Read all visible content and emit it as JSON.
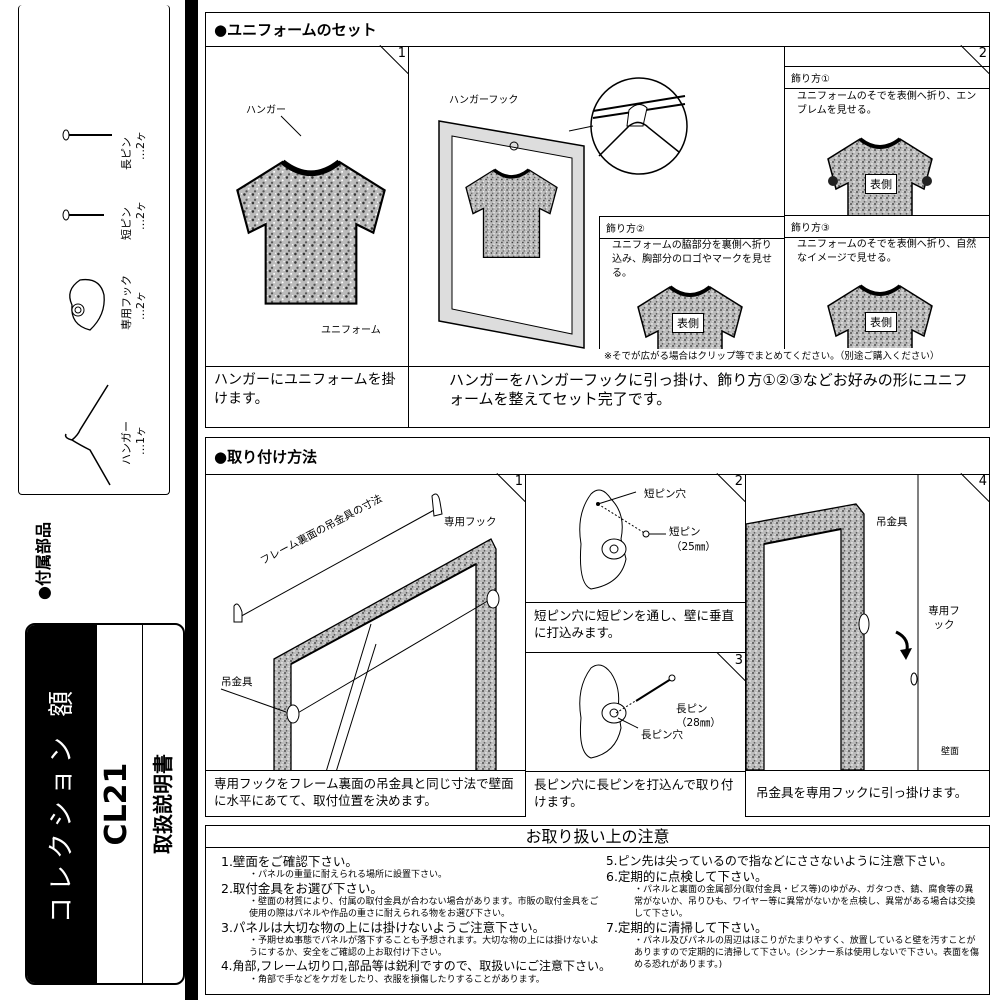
{
  "product": {
    "series_title": "コレクション 額",
    "model": "CL21",
    "doc_title": "取扱説明書"
  },
  "parts": {
    "heading": "●付属部品",
    "items": [
      {
        "name": "ハンガー",
        "qty": "…1ヶ",
        "icon": "hanger-icon"
      },
      {
        "name": "専用フック",
        "qty": "…2ヶ",
        "icon": "hook-icon"
      },
      {
        "name": "短ピン",
        "qty": "…2ヶ",
        "icon": "short-pin-icon"
      },
      {
        "name": "長ピン",
        "qty": "…2ヶ",
        "icon": "long-pin-icon"
      }
    ]
  },
  "uniform_set": {
    "heading": "●ユニフォームのセット",
    "step1": {
      "number": "1",
      "label_hanger": "ハンガー",
      "label_uniform": "ユニフォーム",
      "caption": "ハンガーにユニフォームを掛けます。"
    },
    "step2": {
      "number": "2",
      "label_hook": "ハンガーフック",
      "styles": [
        {
          "title": "飾り方①",
          "text": "ユニフォームのそでを表側へ折り、エンブレムを見せる。",
          "badge": "表側"
        },
        {
          "title": "飾り方②",
          "text": "ユニフォームの脇部分を裏側へ折り込み、胸部分のロゴやマークを見せる。",
          "badge": "表側"
        },
        {
          "title": "飾り方③",
          "text": "ユニフォームのそでを表側へ折り、自然なイメージで見せる。",
          "badge": "表側"
        }
      ],
      "note": "※そでが広がる場合はクリップ等でまとめてください。（別途ご購入ください）",
      "caption": "ハンガーをハンガーフックに引っ掛け、飾り方①②③などお好みの形にユニフォームを整えてセット完了です。"
    }
  },
  "mounting": {
    "heading": "●取り付け方法",
    "step1": {
      "number": "1",
      "label_hook": "専用フック",
      "label_dimension": "フレーム裏面の吊金具の寸法",
      "label_bracket": "吊金具",
      "caption": "専用フックをフレーム裏面の吊金具と同じ寸法で壁面に水平にあてて、取付位置を決めます。"
    },
    "step2": {
      "number": "2",
      "label_hole": "短ピン穴",
      "label_pin": "短ピン",
      "label_size": "（25㎜）",
      "caption": "短ピン穴に短ピンを通し、壁に垂直に打込みます。"
    },
    "step3": {
      "number": "3",
      "label_pin": "長ピン",
      "label_size": "（28㎜）",
      "label_hole": "長ピン穴",
      "caption": "長ピン穴に長ピンを打込んで取り付けます。"
    },
    "step4": {
      "number": "4",
      "label_bracket": "吊金具",
      "label_hook": "専用フック",
      "label_wall": "壁面",
      "caption": "吊金具を専用フックに引っ掛けます。"
    }
  },
  "cautions": {
    "title": "お取り扱い上の注意",
    "items": [
      {
        "title": "1.壁面をご確認下さい。",
        "detail": "・パネルの重量に耐えられる場所に設置下さい。"
      },
      {
        "title": "2.取付金具をお選び下さい。",
        "detail": "・壁面の材質により、付属の取付金具が合わない場合があります。市販の取付金具をご使用の際はパネルや作品の重さに耐えられる物をお選び下さい。"
      },
      {
        "title": "3.パネルは大切な物の上には掛けないようご注意下さい。",
        "detail": "・予期せぬ事態でパネルが落下することも予想されます。大切な物の上には掛けないようにするか、安全をご確認の上お取付け下さい。"
      },
      {
        "title": "4.角部,フレーム切り口,部品等は鋭利ですので、取扱いにご注意下さい。",
        "detail": "・角部で手などをケガをしたり、衣服を損傷したりすることがあります。"
      },
      {
        "title": "5.ピン先は尖っているので指などにささないように注意下さい。",
        "detail": ""
      },
      {
        "title": "6.定期的に点検して下さい。",
        "detail": "・パネルと裏面の金属部分(取付金具・ビス等)のゆがみ、ガタつき、錆、腐食等の異常がないか、吊りひも、ワイヤー等に異常がないかを点検し、異常がある場合は交換して下さい。"
      },
      {
        "title": "7.定期的に清掃して下さい。",
        "detail": "・パネル及びパネルの周辺はほこりがたまりやすく、放置していると壁を汚すことがありますので定期的に清掃して下さい。(シンナー系は使用しないで下さい。表面を傷める恐れがあります。)"
      }
    ]
  }
}
